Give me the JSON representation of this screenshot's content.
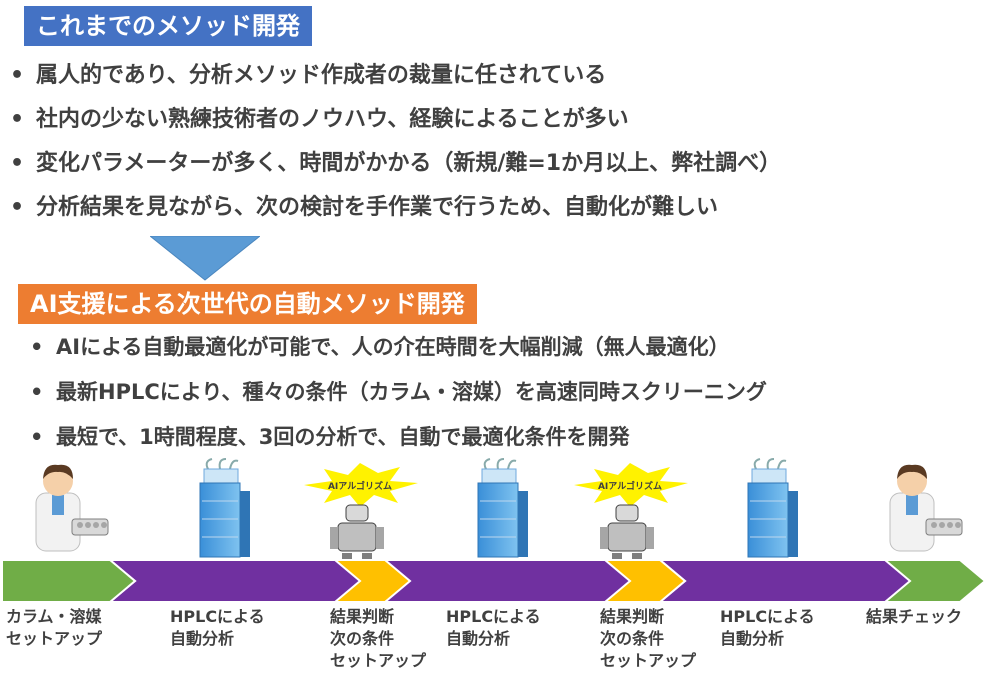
{
  "header1": "これまでのメソッド開発",
  "list1": [
    "属人的であり、分析メソッド作成者の裁量に任されている",
    "社内の少ない熟練技術者のノウハウ、経験によることが多い",
    "変化パラメーターが多く、時間がかかる（新規/難=1か月以上、弊社調べ）",
    "分析結果を見ながら、次の検討を手作業で行うため、自動化が難しい"
  ],
  "header2": "AI支援による次世代の自動メソッド開発",
  "list2": [
    "AIによる自動最適化が可能で、人の介在時間を大幅削減（無人最適化）",
    "最新HPLCにより、種々の条件（カラム・溶媒）を高速同時スクリーニング",
    "最短で、1時間程度、3回の分析で、自動で最適化条件を開発"
  ],
  "bullet": "•",
  "ai_badge": "AIアルゴリズム",
  "flow_labels": [
    [
      "カラム・溶媒",
      "セットアップ"
    ],
    [
      "HPLCによる",
      "自動分析"
    ],
    [
      "結果判断",
      "次の条件",
      "セットアップ"
    ],
    [
      "HPLCによる",
      "自動分析"
    ],
    [
      "結果判断",
      "次の条件",
      "セットアップ"
    ],
    [
      "HPLCによる",
      "自動分析"
    ],
    [
      "結果チェック"
    ]
  ],
  "colors": {
    "header1": "#4472C4",
    "header2": "#ED7D31",
    "green": "#70AD47",
    "purple": "#7030A0",
    "gold": "#FFC000",
    "arrow": "#5B9BD5",
    "text": "#404040"
  }
}
